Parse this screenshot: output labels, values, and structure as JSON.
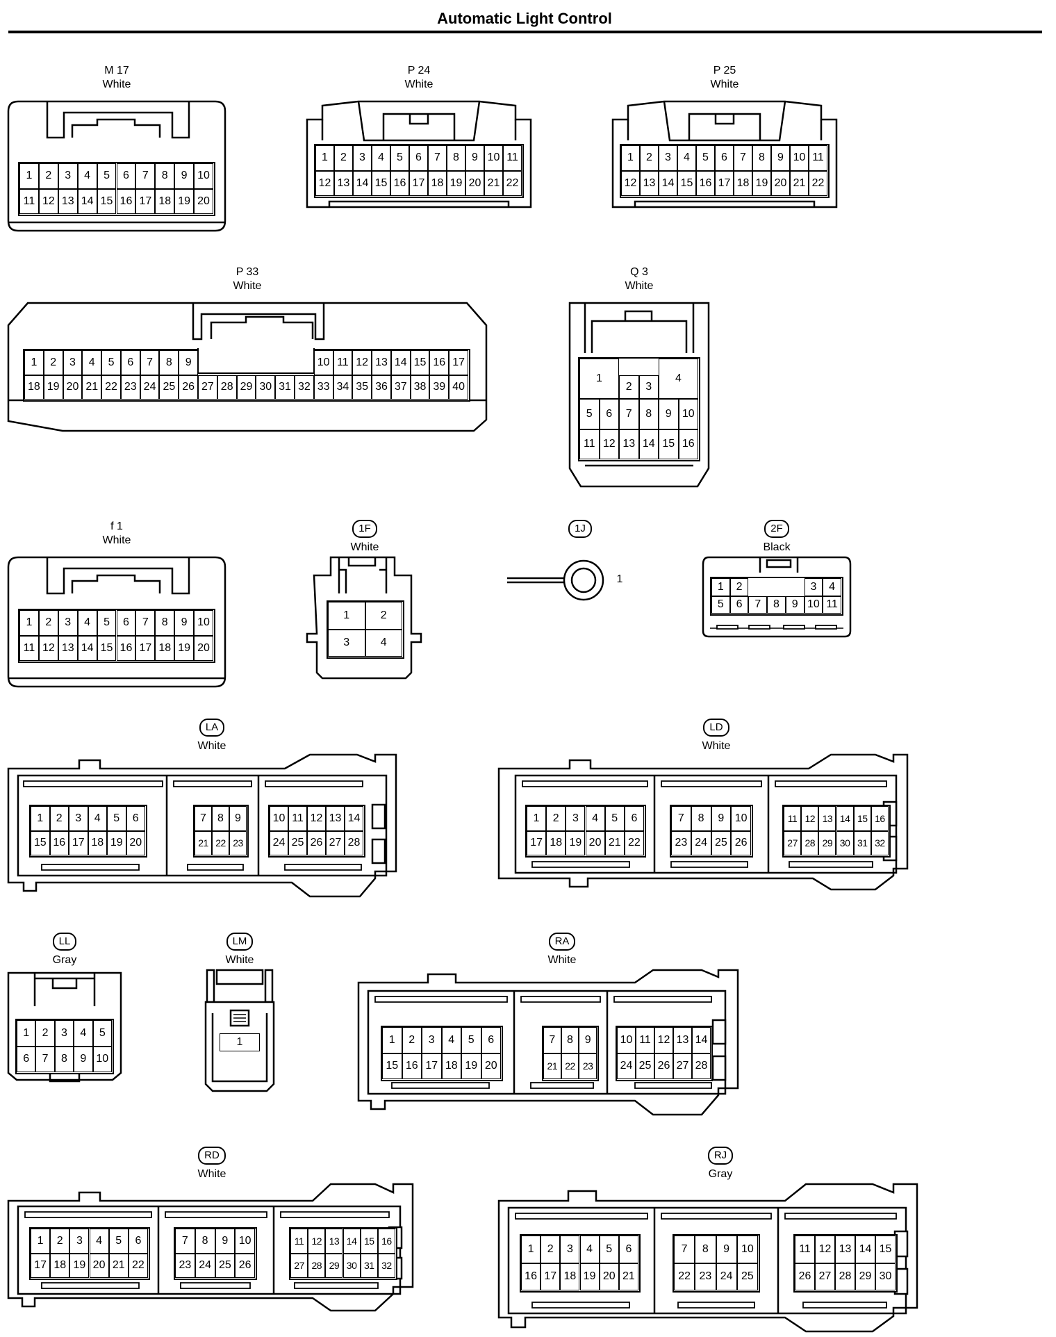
{
  "page": {
    "title": "Automatic Light Control"
  },
  "connectors": {
    "M17": {
      "code": "M 17",
      "color": "White",
      "circled": false,
      "rows": [
        [
          "1",
          "2",
          "3",
          "4",
          "5",
          "6",
          "7",
          "8",
          "9",
          "10"
        ],
        [
          "11",
          "12",
          "13",
          "14",
          "15",
          "16",
          "17",
          "18",
          "19",
          "20"
        ]
      ]
    },
    "P24": {
      "code": "P 24",
      "color": "White",
      "circled": false,
      "rows": [
        [
          "1",
          "2",
          "3",
          "4",
          "5",
          "6",
          "7",
          "8",
          "9",
          "10",
          "11"
        ],
        [
          "12",
          "13",
          "14",
          "15",
          "16",
          "17",
          "18",
          "19",
          "20",
          "21",
          "22"
        ]
      ]
    },
    "P25": {
      "code": "P 25",
      "color": "White",
      "circled": false,
      "rows": [
        [
          "1",
          "2",
          "3",
          "4",
          "5",
          "6",
          "7",
          "8",
          "9",
          "10",
          "11"
        ],
        [
          "12",
          "13",
          "14",
          "15",
          "16",
          "17",
          "18",
          "19",
          "20",
          "21",
          "22"
        ]
      ]
    },
    "P33": {
      "code": "P 33",
      "color": "White",
      "circled": false,
      "rows": [
        [
          "1",
          "2",
          "3",
          "4",
          "5",
          "6",
          "7",
          "8",
          "9",
          "",
          "",
          "",
          "",
          "",
          "",
          "10",
          "11",
          "12",
          "13",
          "14",
          "15",
          "16",
          "17"
        ],
        [
          "18",
          "19",
          "20",
          "21",
          "22",
          "23",
          "24",
          "25",
          "26",
          "27",
          "28",
          "29",
          "30",
          "31",
          "32",
          "33",
          "34",
          "35",
          "36",
          "37",
          "38",
          "39",
          "40"
        ]
      ]
    },
    "Q3": {
      "code": "Q 3",
      "color": "White",
      "circled": false,
      "big_pins": [
        "1",
        "4"
      ],
      "mid_pins": [
        "2",
        "3"
      ],
      "rows": [
        [
          "5",
          "6",
          "7",
          "8",
          "9",
          "10"
        ],
        [
          "11",
          "12",
          "13",
          "14",
          "15",
          "16"
        ]
      ]
    },
    "f1": {
      "code": "f 1",
      "color": "White",
      "circled": false,
      "rows": [
        [
          "1",
          "2",
          "3",
          "4",
          "5",
          "6",
          "7",
          "8",
          "9",
          "10"
        ],
        [
          "11",
          "12",
          "13",
          "14",
          "15",
          "16",
          "17",
          "18",
          "19",
          "20"
        ]
      ]
    },
    "1F": {
      "code": "1F",
      "color": "White",
      "circled": true,
      "rows": [
        [
          "1",
          "2"
        ],
        [
          "3",
          "4"
        ]
      ]
    },
    "1J": {
      "code": "1J",
      "circled": true,
      "pin": "1"
    },
    "2F": {
      "code": "2F",
      "color": "Black",
      "circled": true,
      "rows": [
        [
          "1",
          "2",
          "",
          "",
          "",
          "3",
          "4"
        ],
        [
          "5",
          "6",
          "7",
          "8",
          "9",
          "10",
          "11"
        ]
      ]
    },
    "LA": {
      "code": "LA",
      "color": "White",
      "circled": true,
      "blocks": [
        {
          "rows": [
            [
              "1",
              "2",
              "3",
              "4",
              "5",
              "6"
            ],
            [
              "15",
              "16",
              "17",
              "18",
              "19",
              "20"
            ]
          ]
        },
        {
          "rows": [
            [
              "7",
              "8",
              "9"
            ],
            [
              "21",
              "22",
              "23"
            ]
          ]
        },
        {
          "rows": [
            [
              "10",
              "11",
              "12",
              "13",
              "14"
            ],
            [
              "24",
              "25",
              "26",
              "27",
              "28"
            ]
          ]
        }
      ]
    },
    "LD": {
      "code": "LD",
      "color": "White",
      "circled": true,
      "blocks": [
        {
          "rows": [
            [
              "1",
              "2",
              "3",
              "4",
              "5",
              "6"
            ],
            [
              "17",
              "18",
              "19",
              "20",
              "21",
              "22"
            ]
          ]
        },
        {
          "rows": [
            [
              "7",
              "8",
              "9",
              "10"
            ],
            [
              "23",
              "24",
              "25",
              "26"
            ]
          ]
        },
        {
          "rows": [
            [
              "11",
              "12",
              "13",
              "14",
              "15",
              "16"
            ],
            [
              "27",
              "28",
              "29",
              "30",
              "31",
              "32"
            ]
          ]
        }
      ]
    },
    "LL": {
      "code": "LL",
      "color": "Gray",
      "circled": true,
      "rows": [
        [
          "1",
          "2",
          "3",
          "4",
          "5"
        ],
        [
          "6",
          "7",
          "8",
          "9",
          "10"
        ]
      ]
    },
    "LM": {
      "code": "LM",
      "color": "White",
      "circled": true,
      "pin": "1"
    },
    "RA": {
      "code": "RA",
      "color": "White",
      "circled": true,
      "blocks": [
        {
          "rows": [
            [
              "1",
              "2",
              "3",
              "4",
              "5",
              "6"
            ],
            [
              "15",
              "16",
              "17",
              "18",
              "19",
              "20"
            ]
          ]
        },
        {
          "rows": [
            [
              "7",
              "8",
              "9"
            ],
            [
              "21",
              "22",
              "23"
            ]
          ]
        },
        {
          "rows": [
            [
              "10",
              "11",
              "12",
              "13",
              "14"
            ],
            [
              "24",
              "25",
              "26",
              "27",
              "28"
            ]
          ]
        }
      ]
    },
    "RD": {
      "code": "RD",
      "color": "White",
      "circled": true,
      "blocks": [
        {
          "rows": [
            [
              "1",
              "2",
              "3",
              "4",
              "5",
              "6"
            ],
            [
              "17",
              "18",
              "19",
              "20",
              "21",
              "22"
            ]
          ]
        },
        {
          "rows": [
            [
              "7",
              "8",
              "9",
              "10"
            ],
            [
              "23",
              "24",
              "25",
              "26"
            ]
          ]
        },
        {
          "rows": [
            [
              "11",
              "12",
              "13",
              "14",
              "15",
              "16"
            ],
            [
              "27",
              "28",
              "29",
              "30",
              "31",
              "32"
            ]
          ]
        }
      ]
    },
    "RJ": {
      "code": "RJ",
      "color": "Gray",
      "circled": true,
      "blocks": [
        {
          "rows": [
            [
              "1",
              "2",
              "3",
              "4",
              "5",
              "6"
            ],
            [
              "16",
              "17",
              "18",
              "19",
              "20",
              "21"
            ]
          ]
        },
        {
          "rows": [
            [
              "7",
              "8",
              "9",
              "10"
            ],
            [
              "22",
              "23",
              "24",
              "25"
            ]
          ]
        },
        {
          "rows": [
            [
              "11",
              "12",
              "13",
              "14",
              "15"
            ],
            [
              "26",
              "27",
              "28",
              "29",
              "30"
            ]
          ]
        }
      ]
    }
  }
}
